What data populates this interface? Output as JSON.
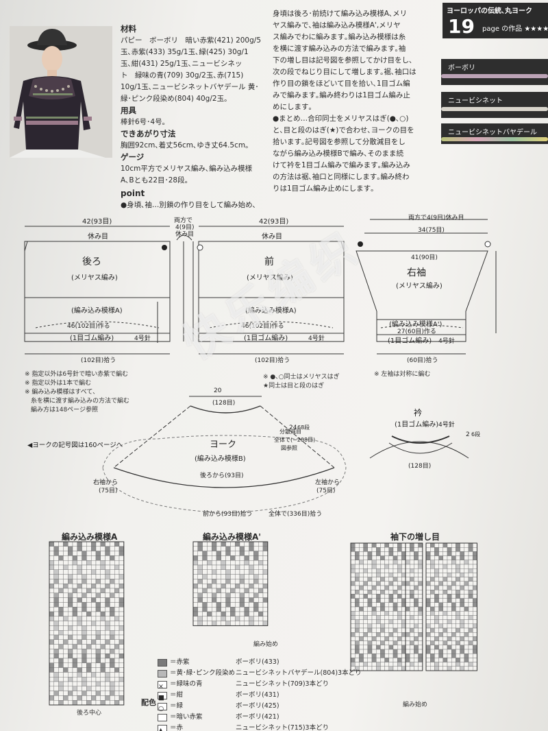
{
  "materials": {
    "heading": "材料",
    "lines": [
      "パピー　ボーボリ　暗い赤紫(421) 200g/5",
      "玉､赤紫(433) 35g/1玉､緑(425) 30g/1",
      "玉､紺(431) 25g/1玉､ニュービシネッ",
      "ト　緑味の青(709) 30g/2玉､赤(715)",
      "10g/1玉､ニュービシネットバヤデール 黄･",
      "緑･ピンク段染め(804) 40g/2玉｡"
    ],
    "tools_heading": "用具",
    "tools": "棒針6号･4号｡",
    "size_heading": "できあがり寸法",
    "size": "胸囲92cm､着丈56cm､ゆき丈64.5cm｡",
    "gauge_heading": "ゲージ",
    "gauge": [
      "10cm平方でメリヤス編み､編み込み模様",
      "A､Bとも22目･28段｡"
    ],
    "point_heading": "point",
    "point_first": "●身頃､袖…別鎖の作り目をして編み始め､"
  },
  "instructions": {
    "lines": [
      "身頃は後ろ･前続けて編み込み模様A､メリ",
      "ヤス編みで､袖は編み込み模様A',メリヤ",
      "ス編みでわに編みます｡編み込み模様は糸",
      "を横に渡す編み込みの方法で編みます｡袖",
      "下の増し目は記号図を参照してかけ目をし､",
      "次の段でねじり目にして増します｡裾､袖口は",
      "作り目の鎖をほどいて目を拾い､1目ゴム編",
      "みで編みます｡編み終わりは1目ゴム編み止",
      "めにします｡",
      "●まとめ…合印同士をメリヤスはぎ(●､○)",
      "と､目と段のはぎ(★)で合わせ､ヨークの目を",
      "拾います｡記号図を参照して分散減目をし",
      "ながら編み込み模様Bで編み､そのまま続",
      "けて衿を1目ゴム編みで編みます｡編み込み",
      "の方法は裾､袖口と同様にします｡編み終わ",
      "りは1目ゴム編み止めにします｡"
    ]
  },
  "badge": {
    "series": "ヨーロッパの伝統､丸ヨーク",
    "number": "19",
    "page_label": "page の作品 ★★★★"
  },
  "yarns": [
    "ボーボリ",
    "ニュービシネット",
    "ニュービシネットバヤデール"
  ],
  "schematic": {
    "back": {
      "title": "後ろ",
      "sub": "(メリヤス編み)",
      "pattern": "(編み込み模様A)",
      "cast": "46(102目)作る",
      "rib": "(1目ゴム編み)",
      "needle": "4号針",
      "pick": "(102目)拾う",
      "width": "42(93目)",
      "rest": "休み目"
    },
    "front": {
      "title": "前",
      "sub": "(メリヤス編み)",
      "pattern": "(編み込み模様A)",
      "cast": "46(102目)作る",
      "rib": "(1目ゴム編み)",
      "needle": "4号針",
      "pick": "(102目)拾う",
      "width": "42(93目)",
      "rest": "休み目"
    },
    "both_sides": "両方で",
    "rest4": "4(9目)",
    "rest_eyes": "休み目",
    "sleeve": {
      "title": "右袖",
      "sub": "(メリヤス編み)",
      "pattern": "(編み込み模様A')",
      "cast": "27(60目)作る",
      "rib": "(1目ゴム編み)",
      "needle": "4号針",
      "pick": "(60目)拾う",
      "top": "両方で4(9目)休み目",
      "w1": "34(75目)",
      "w2": "41(90目)"
    },
    "yoke": {
      "title": "ヨーク",
      "sub": "(編み込み模様B)",
      "top": "20",
      "top_sts": "(128目)",
      "dec1": "分散減目",
      "dec2": "全体で(−208目)",
      "dec3": "図参照",
      "depth": "24",
      "rows": "68段",
      "from_back": "後ろから(93目)",
      "right_sleeve": "右袖から",
      "right_sts": "(75目)",
      "left_sleeve": "左袖から",
      "left_sts": "(75目)",
      "from_front": "前から(93目)拾う",
      "total": "全体で(336目)拾う"
    },
    "collar": {
      "title": "衿",
      "sub": "(1目ゴム編み)",
      "needle": "4号針",
      "sts": "(128目)",
      "depth": "2",
      "rows": "6段"
    },
    "yoke_ref": "◀ヨークの記号図は160ページへ",
    "notes_left": [
      "※ 指定以外は6号針で暗い赤紫で編む",
      "※ 指定以外は1本で編む",
      "※ 編み込み模様はすべて､",
      "　糸を横に渡す編み込みの方法で編む",
      "　編み方は148ページ参照"
    ],
    "notes_mid": [
      "※ ●､○同士はメリヤスはぎ",
      "★同士は目と段のはぎ"
    ],
    "notes_right": [
      "※ 左袖は対称に編む"
    ]
  },
  "charts": {
    "a_title": "編み込み模様A",
    "a2_title": "編み込み模様A'",
    "inc_title": "袖下の増し目",
    "center_back": "後ろ中心",
    "start": "編み始め"
  },
  "legend": {
    "heading": "配色",
    "rows": [
      {
        "name": "＝赤紫",
        "yarn": "ボーボリ(433)"
      },
      {
        "name": "＝黄･緑･ピンク段染め",
        "yarn": "ニュービシネットバヤデール(804)3本どり"
      },
      {
        "name": "＝緑味の青",
        "yarn": "ニュービシネット(709)3本どり"
      },
      {
        "name": "＝紺",
        "yarn": "ボーボリ(431)"
      },
      {
        "name": "＝緑",
        "yarn": "ボーボリ(425)"
      },
      {
        "name": "＝暗い赤紫",
        "yarn": "ボーボリ(421)"
      },
      {
        "name": "＝赤",
        "yarn": "ニュービシネット(715)3本どり"
      }
    ],
    "knit_equals": "＝"
  },
  "watermark": "快乐编织",
  "colors": {
    "dark": "#2b2b2b",
    "cell_gray": "#8f8f8f",
    "cell_light": "#cfcfcf",
    "paper": "#f3f2ef"
  }
}
